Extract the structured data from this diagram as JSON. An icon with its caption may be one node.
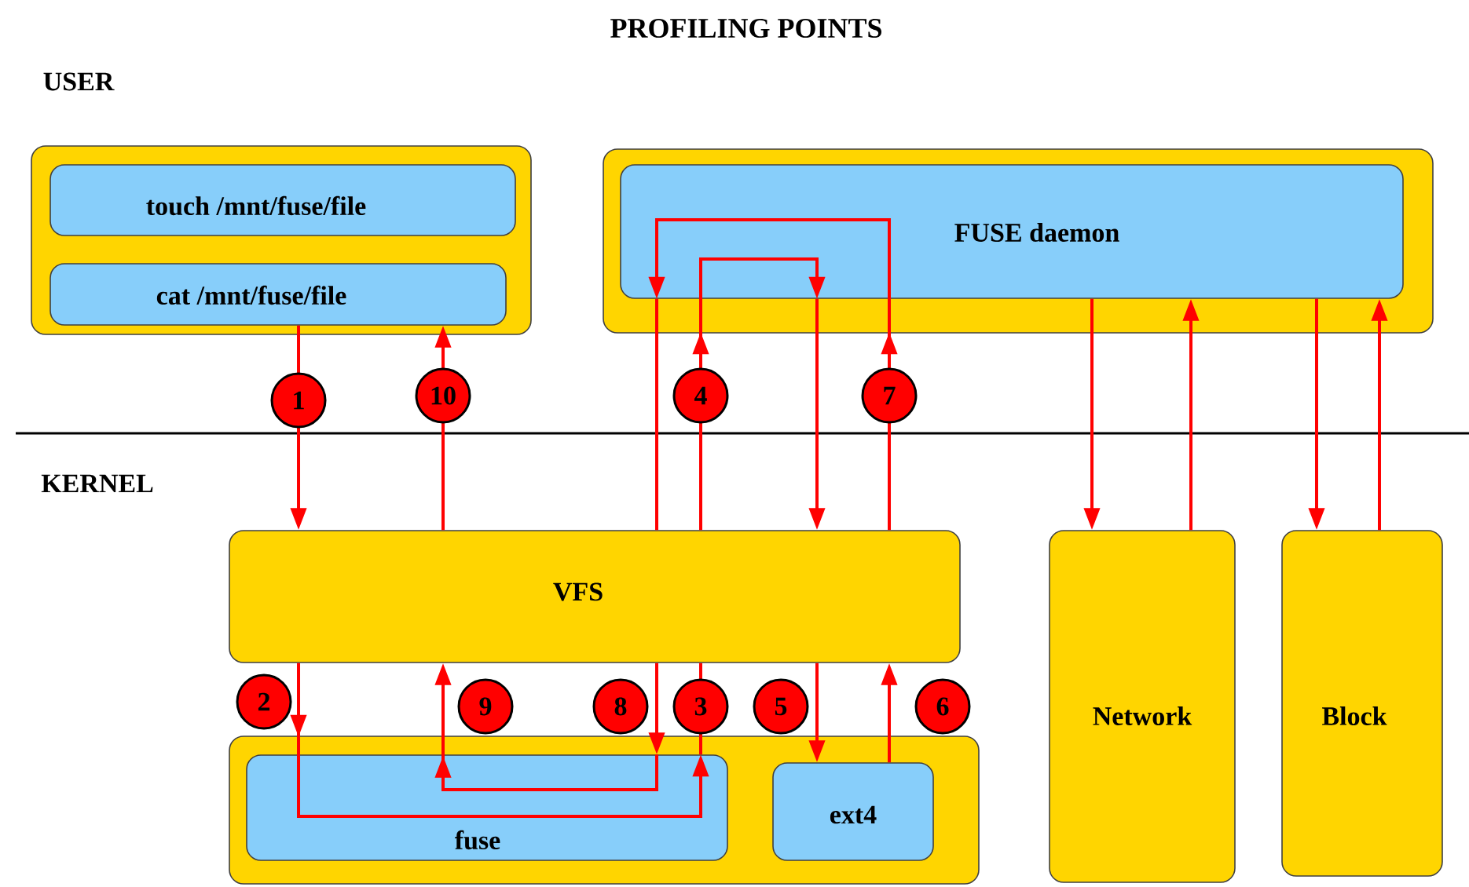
{
  "diagram": {
    "title": "PROFILING POINTS",
    "nodes": [
      {
        "text": [],
        "shape": "box"
      },
      {
        "text": [
          "touch /mnt/fuse/file"
        ],
        "in": 0
      },
      {
        "text": [
          "cat /mnt/fuse/file"
        ],
        "in": 0
      },
      {
        "text": [],
        "shape": "box"
      },
      {
        "text": [
          "FUSE daemon"
        ],
        "in": 3
      },
      {
        "text": [
          "VFS"
        ]
      },
      {
        "text": [],
        "shape": "box"
      },
      {
        "text": [
          "fuse"
        ],
        "in": 6
      },
      {
        "text": [
          "ext4"
        ],
        "in": 6
      },
      {
        "text": [
          "Network"
        ]
      },
      {
        "text": [
          "Block"
        ]
      }
    ],
    "edges": [
      {
        "from": 2,
        "to": 5,
        "arrow": "to"
      },
      {
        "from": 5,
        "to": 2,
        "arrow": "to"
      },
      {
        "from": 5,
        "to": 7,
        "arrow": "to"
      },
      {
        "from": 7,
        "to": 5,
        "arrow": "none"
      },
      {
        "from": 5,
        "to": 4,
        "arrow": "to"
      },
      {
        "from": 4,
        "to": 5,
        "arrow": "to"
      },
      {
        "from": 5,
        "to": 8,
        "arrow": "to"
      },
      {
        "from": 8,
        "to": 5,
        "arrow": "to"
      },
      {
        "from": 5,
        "to": 4,
        "arrow": "to"
      },
      {
        "from": 4,
        "to": 5,
        "arrow": "none"
      },
      {
        "from": 5,
        "to": 7,
        "arrow": "to"
      },
      {
        "from": 7,
        "to": 5,
        "arrow": "to"
      },
      {
        "from": 4,
        "to": 9,
        "arrow": "to"
      },
      {
        "from": 9,
        "to": 4,
        "arrow": "to"
      },
      {
        "from": 4,
        "to": 10,
        "arrow": "to"
      },
      {
        "from": 10,
        "to": 4,
        "arrow": "to"
      }
    ],
    "labels": [
      "USER",
      "1",
      "10",
      "4",
      "7",
      "KERNEL",
      "2",
      "9",
      "8",
      "3",
      "5",
      "6"
    ]
  }
}
